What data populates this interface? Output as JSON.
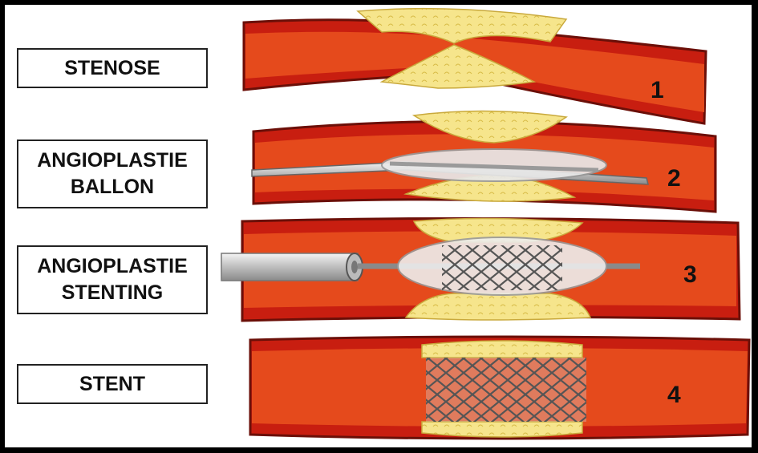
{
  "labels": {
    "stenose": "STENOSE",
    "angio_ballon_line1": "ANGIOPLASTIE",
    "angio_ballon_line2": "BALLON",
    "angio_stent_line1": "ANGIOPLASTIE",
    "angio_stent_line2": "STENTING",
    "stent": "STENT"
  },
  "step_numbers": [
    "1",
    "2",
    "3",
    "4"
  ],
  "colors": {
    "vessel_wall": "#c81e10",
    "vessel_lumen": "#e54a1c",
    "plaque": "#f6e58c",
    "balloon": "#e8e8e8",
    "stent_mesh": "#555555"
  }
}
